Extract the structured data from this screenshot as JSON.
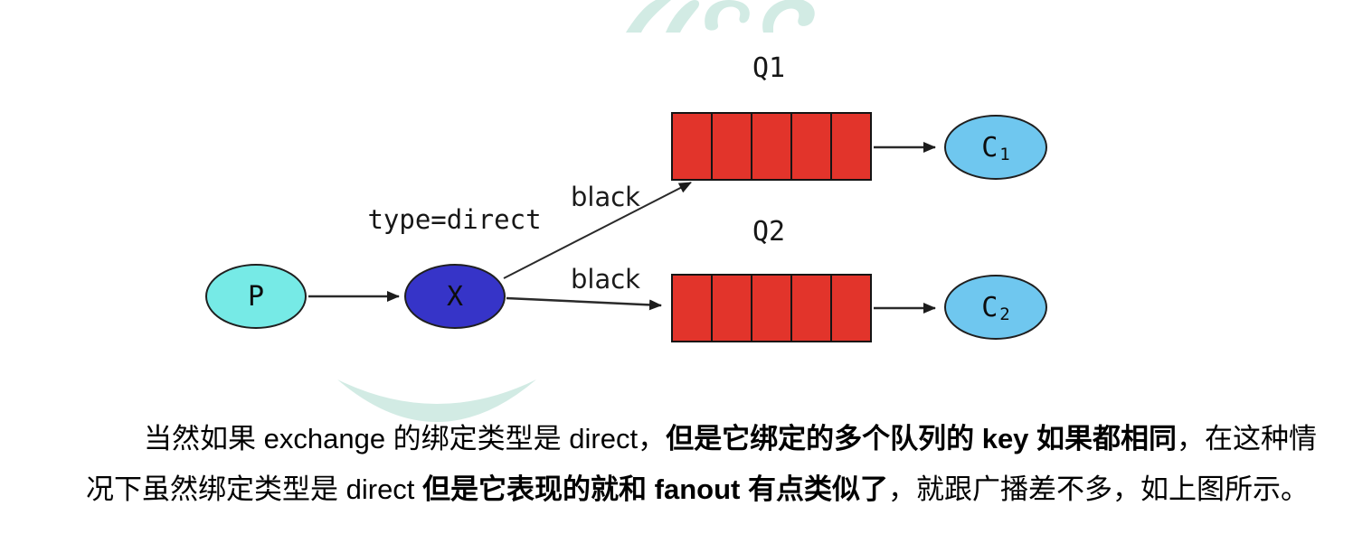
{
  "diagram": {
    "producer": {
      "label": "P"
    },
    "exchange": {
      "label": "X",
      "type_label": "type=direct"
    },
    "queues": [
      {
        "name": "Q1",
        "cells": 5,
        "binding_label": "black"
      },
      {
        "name": "Q2",
        "cells": 5,
        "binding_label": "black"
      }
    ],
    "consumers": [
      {
        "label": "C",
        "sub": "1"
      },
      {
        "label": "C",
        "sub": "2"
      }
    ],
    "colors": {
      "producer_fill": "#76eae6",
      "exchange_fill": "#3634c8",
      "consumer_fill": "#6fc7ef",
      "queue_fill": "#e2342b",
      "watermark": "#d2ebe4"
    }
  },
  "paragraph": {
    "lines": [
      {
        "indent": true,
        "segments": [
          {
            "text": "当然如果 exchange 的绑定类型是 direct，",
            "bold": false
          },
          {
            "text": "但是它绑定的多个队列的 key 如果都相同",
            "bold": true
          },
          {
            "text": "，在这种情",
            "bold": false
          }
        ]
      },
      {
        "indent": false,
        "segments": [
          {
            "text": "况下虽然绑定类型是 direct ",
            "bold": false
          },
          {
            "text": "但是它表现的就和 fanout 有点类似了",
            "bold": true
          },
          {
            "text": "，就跟广播差不多，如上图所示。",
            "bold": false
          }
        ]
      }
    ]
  }
}
